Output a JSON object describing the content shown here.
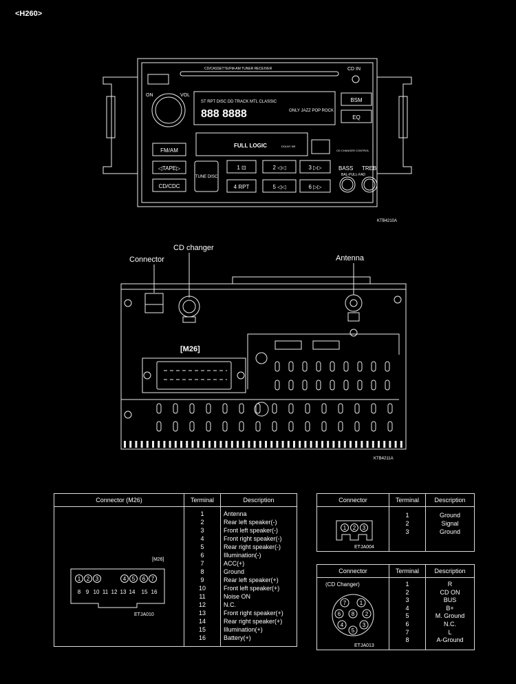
{
  "header": "<H260>",
  "radio": {
    "model_text": "CD/CASSETTE/FM-AM TUNER RECEIVER",
    "cd_in": "CD IN",
    "on": "ON",
    "vol": "VOL",
    "display_labels": "ST  RPT  DISC  DD  TRACK  MTL  CLASSIC",
    "display_digits": "888 8888",
    "display_right": "ONLY  JAZZ  POP  ROCK",
    "bsm": "BSM",
    "eq": "EQ",
    "full_logic": "FULL LOGIC",
    "dolby": "DOLBY NR",
    "cd_changer_control": "CD CHANGER CONTROL",
    "fm_am": "FM/AM",
    "tape": "◁TAPE▷",
    "cd_cdc": "CD/CDC",
    "tune_disc": "TUNE DISC",
    "presets": [
      "1 ⊡",
      "2 ◁◁",
      "3 ▷▷",
      "4 RPT",
      "5 ◁◁",
      "6 ▷▷"
    ],
    "bass": "BASS",
    "treb": "TREB",
    "bal_fad": "BAL-PULL-FAD",
    "code": "KTB4210A"
  },
  "rear": {
    "cd_changer": "CD changer",
    "connector": "Connector",
    "antenna": "Antenna",
    "m26": "[M26]",
    "code": "KTB4211A"
  },
  "main_table": {
    "headers": [
      "Connector (M26)",
      "Terminal",
      "Description"
    ],
    "connector_label": "[M26]",
    "pins_top": [
      "1",
      "2",
      "3",
      "4",
      "5",
      "6",
      "7"
    ],
    "pins_bottom": [
      "8",
      "9",
      "10",
      "11",
      "12",
      "13",
      "14",
      "15",
      "16"
    ],
    "code": "ETJA010",
    "rows": [
      {
        "terminal": "1",
        "description": "Antenna"
      },
      {
        "terminal": "2",
        "description": "Rear left speaker(-)"
      },
      {
        "terminal": "3",
        "description": "Front left speaker(-)"
      },
      {
        "terminal": "4",
        "description": "Front right speaker(-)"
      },
      {
        "terminal": "5",
        "description": "Rear right speaker(-)"
      },
      {
        "terminal": "6",
        "description": "Illumination(-)"
      },
      {
        "terminal": "7",
        "description": "ACC(+)"
      },
      {
        "terminal": "8",
        "description": "Ground"
      },
      {
        "terminal": "9",
        "description": "Rear left speaker(+)"
      },
      {
        "terminal": "10",
        "description": "Front left speaker(+)"
      },
      {
        "terminal": "11",
        "description": "Noise ON"
      },
      {
        "terminal": "12",
        "description": "N.C."
      },
      {
        "terminal": "13",
        "description": "Front right speaker(+)"
      },
      {
        "terminal": "14",
        "description": "Rear right speaker(+)"
      },
      {
        "terminal": "15",
        "description": "Illumination(+)"
      },
      {
        "terminal": "16",
        "description": "Battery(+)"
      }
    ]
  },
  "small_table1": {
    "headers": [
      "Connector",
      "Terminal",
      "Description"
    ],
    "pins": [
      "1",
      "2",
      "3"
    ],
    "code": "ETJA004",
    "rows": [
      {
        "terminal": "1",
        "description": "Ground"
      },
      {
        "terminal": "2",
        "description": "Signal"
      },
      {
        "terminal": "3",
        "description": "Ground"
      }
    ]
  },
  "small_table2": {
    "headers": [
      "Connector",
      "Terminal",
      "Description"
    ],
    "connector_label": "(CD Changer)",
    "pins": [
      "1",
      "2",
      "3",
      "4",
      "5",
      "6",
      "7",
      "8"
    ],
    "code": "ETJA013",
    "rows": [
      {
        "terminal": "1",
        "description": "R"
      },
      {
        "terminal": "2",
        "description": "CD ON"
      },
      {
        "terminal": "3",
        "description": "BUS"
      },
      {
        "terminal": "4",
        "description": "B+"
      },
      {
        "terminal": "5",
        "description": "M. Ground"
      },
      {
        "terminal": "6",
        "description": "N.C."
      },
      {
        "terminal": "7",
        "description": "L"
      },
      {
        "terminal": "8",
        "description": "A-Ground"
      }
    ]
  }
}
